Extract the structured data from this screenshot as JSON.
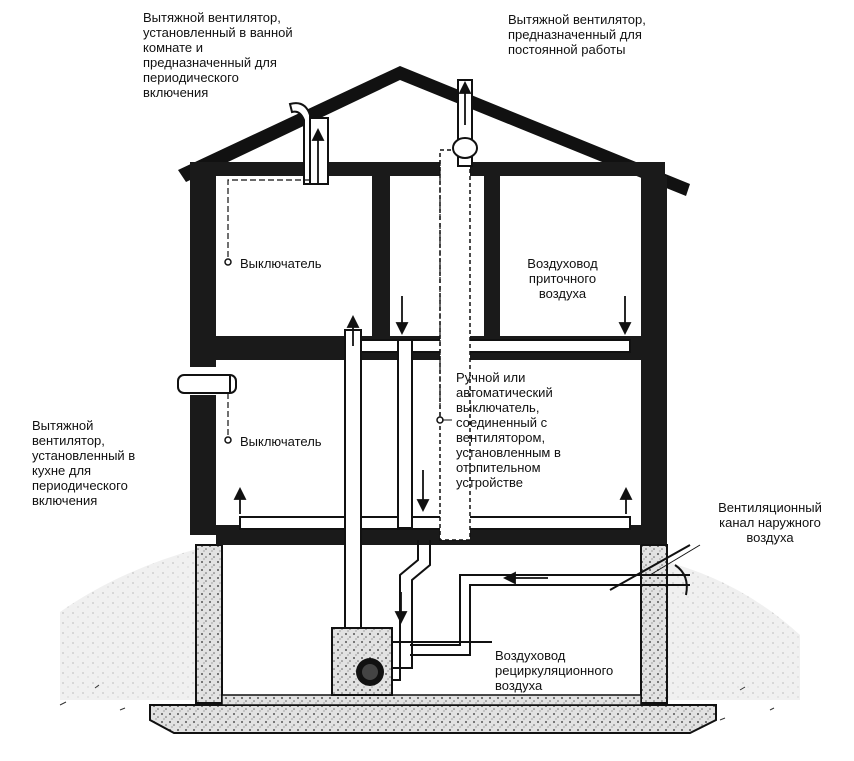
{
  "labels": {
    "bath_fan": "Вытяжной вентилятор,\nустановленный в ванной\nкомнате и\nпредназначенный для\nпериодического\nвключения",
    "const_fan": "Вытяжной вентилятор,\nпредназначенный для\nпостоянной работы",
    "switch_top": "Выключатель",
    "switch_bottom": "Выключатель",
    "supply_duct": "Воздуховод\nприточного\nвоздуха",
    "manual_switch": "Ручной или\nавтоматический\nвыключатель,\nсоединенный с\nвентилятором,\nустановленным в\nотопительном\nустройстве",
    "kitchen_fan": "Вытяжной\nвентилятор,\nустановленный в\nкухне для\nпериодического\nвключения",
    "outside_channel": "Вентиляционный\nканал наружного\nвоздуха",
    "recirc_duct": "Воздуховод\nрециркуляционного\nвоздуха"
  },
  "colors": {
    "ink": "#111111",
    "wall": "#1a1a1a",
    "ground": "#e6e6e6",
    "duct": "#ffffff"
  }
}
